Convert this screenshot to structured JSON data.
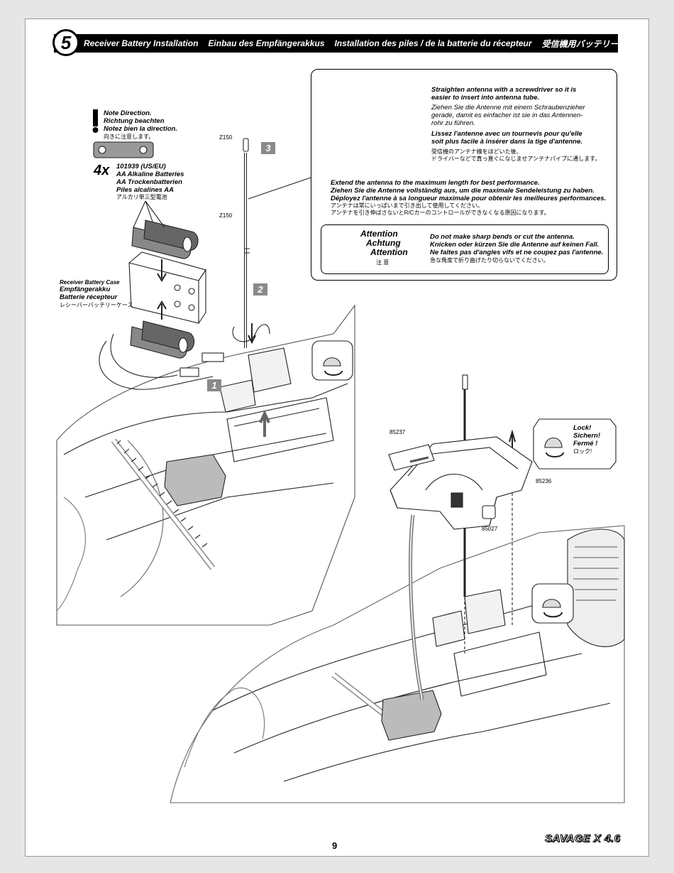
{
  "step": {
    "number": "5",
    "titles": [
      "Receiver Battery Installation",
      "Einbau des Empfängerakkus",
      "Installation des piles / de la batterie du récepteur",
      "受信機用バッテリーの搭載"
    ]
  },
  "note": {
    "lines": [
      "Note Direction.",
      "Richtung beachten",
      "Notez bien la direction."
    ],
    "ja": "向きに注意します。"
  },
  "batteries": {
    "quantity": "4x",
    "part": "101939 (US/EU)",
    "names": [
      "AA Alkaline Batteries",
      "AA Trockenbatterien",
      "Piles alcalines AA"
    ],
    "ja": "アルカリ単三型電池"
  },
  "battery_case": {
    "names": [
      "Receiver Battery Case",
      "Empfängerakku",
      "Batterie récepteur"
    ],
    "ja": "レシーバーバッテリーケース"
  },
  "part_labels": {
    "z150_top": "Z150",
    "z150_mid": "Z150",
    "p85237": "85237",
    "p85236": "85236",
    "p85027": "85027"
  },
  "step_badges": [
    "1",
    "2",
    "3"
  ],
  "callout": {
    "straighten": {
      "en": [
        "Straighten antenna with a screwdriver so it is",
        "easier to insert into antenna tube."
      ],
      "de": [
        "Ziehen Sie die Antenne mit einem Schraubenzieher",
        "gerade, damit es einfacher ist sie in das Antennen-",
        "rohr zu führen."
      ],
      "fr": [
        "Lissez l'antenne avec un tournevis pour qu'elle",
        "soit plus facile à insérer dans la tige d'antenne."
      ],
      "ja": [
        "受信機のアンテナ線をほどいた後、",
        "ドライバーなどで真っ直ぐになじませアンテナパイプに通します。"
      ]
    },
    "extend": {
      "en": "Extend the antenna to the maximum length for best performance.",
      "de": "Ziehen Sie die Antenne vollständig aus, um die maximale Sendeleistung zu haben.",
      "fr": "Déployez l'antenne à sa longueur maximale pour obtenir les meilleures performances.",
      "ja": [
        "アンテナは常にいっぱいまで引き出して使用してください。",
        "アンテナを引き伸ばさないとR/Cカーのコントロールができなくなる原因になります。"
      ]
    },
    "attention": {
      "headings": [
        "Attention",
        "Achtung",
        "Attention"
      ],
      "ja": "注 意",
      "en": "Do not make sharp bends or cut the antenna.",
      "de": "Knicken oder kürzen Sie die Antenne auf keinen Fall.",
      "fr": "Ne faites pas d'angles vifs et ne coupez pas l'antenne.",
      "ja_text": "急な角度で折り曲げたり切らないでください。"
    }
  },
  "lock": {
    "lines": [
      "Lock!",
      "Sichern!",
      "Fermé !"
    ],
    "ja": "ロック!"
  },
  "footer": {
    "page_number": "9",
    "logo": "SAVAGE X 4.6"
  }
}
